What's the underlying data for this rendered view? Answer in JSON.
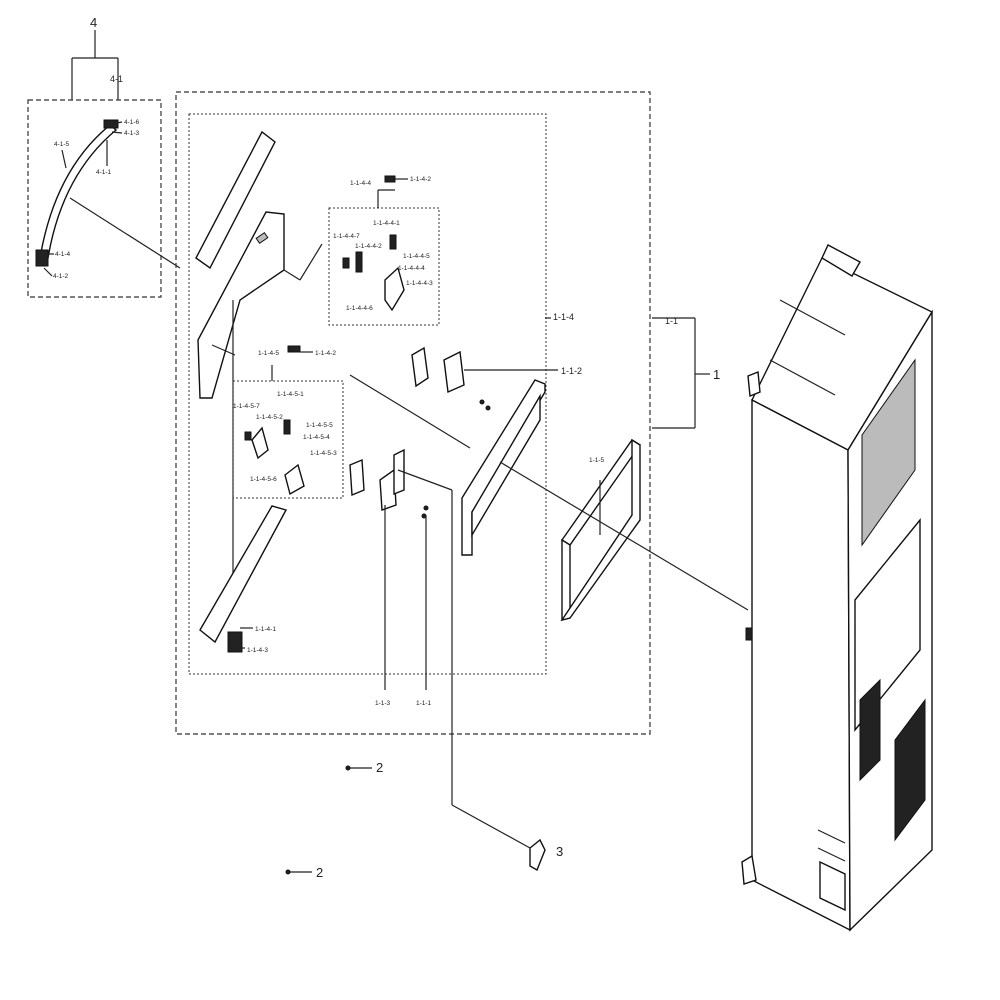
{
  "diagram": {
    "callouts": {
      "c4": "4",
      "c4_1": "4-1",
      "c4_1_6": "4-1-6",
      "c4_1_3": "4-1-3",
      "c4_1_5": "4-1-5",
      "c4_1_1": "4-1-1",
      "c4_1_4": "4-1-4",
      "c4_1_2": "4-1-2",
      "c1_1_4_4": "1-1-4-4",
      "c1_1_4_2_top": "1-1-4-2",
      "c1_1_4_4_1": "1-1-4-4-1",
      "c1_1_4_4_7": "1-1-4-4-7",
      "c1_1_4_4_2": "1-1-4-4-2",
      "c1_1_4_4_5": "1-1-4-4-5",
      "c1_1_4_4_4": "1-1-4-4-4",
      "c1_1_4_4_3": "1-1-4-4-3",
      "c1_1_4_4_6": "1-1-4-4-6",
      "c1_1_4": "1-1-4",
      "c1_1": "1-1",
      "c1": "1",
      "c1_1_2": "1-1-2",
      "c1_1_4_5": "1-1-4-5",
      "c1_1_4_2_mid": "1-1-4-2",
      "c1_1_4_5_1": "1-1-4-5-1",
      "c1_1_4_5_7": "1-1-4-5-7",
      "c1_1_4_5_2": "1-1-4-5-2",
      "c1_1_4_5_5": "1-1-4-5-5",
      "c1_1_4_5_4": "1-1-4-5-4",
      "c1_1_4_5_3": "1-1-4-5-3",
      "c1_1_4_5_6": "1-1-4-5-6",
      "c1_1_5": "1-1-5",
      "c1_1_4_1": "1-1-4-1",
      "c1_1_4_3": "1-1-4-3",
      "c1_1_3": "1-1-3",
      "c1_1_1": "1-1-1",
      "c2_a": "2",
      "c2_b": "2",
      "c3": "3"
    }
  }
}
